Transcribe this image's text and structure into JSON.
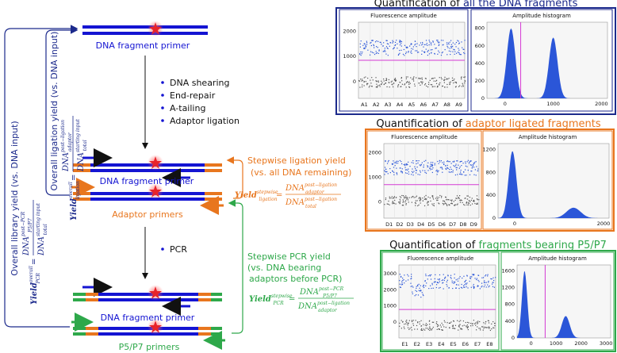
{
  "colors": {
    "dna_blue": "#1414d2",
    "adaptor_orange": "#e8761e",
    "p5p7_green": "#2ea84a",
    "frame_navy": "#1c2a8c",
    "magenta_line": "#d43ad4",
    "histogram_blue": "#2b56d8",
    "negative_gray": "#555555",
    "star_red": "#e8232a"
  },
  "icons": {
    "fragment_marker": "star-icon"
  },
  "left_diagram": {
    "fragment_primer_label_1": "DNA fragment primer",
    "steps": [
      "DNA shearing",
      "End-repair",
      "A-tailing",
      "Adaptor ligation"
    ],
    "fragment_primer_label_2": "DNA fragment primer",
    "adaptor_primers_label": "Adaptor primers",
    "pcr_step": "PCR",
    "fragment_primer_label_3": "DNA fragment primer",
    "p5p7_primers_label": "P5/P7 primers"
  },
  "yields": {
    "overall_library": {
      "caption": "Overall library yield (vs. DNA input)",
      "lhs_main": "Yield",
      "lhs_sup": "overall",
      "lhs_sub": "PCR",
      "num_main": "DNA",
      "num_sup": "post−PCR",
      "num_sub": "P5/P7",
      "den_main": "DNA",
      "den_sup": "starting input",
      "den_sub": "total"
    },
    "overall_ligation": {
      "caption": "Overall ligation yield (vs. DNA input)",
      "lhs_main": "Yield",
      "lhs_sup": "overall",
      "lhs_sub": "ligation",
      "num_main": "DNA",
      "num_sup": "post−ligation",
      "num_sub": "adaptor",
      "den_main": "DNA",
      "den_sup": "starting input",
      "den_sub": "total"
    },
    "stepwise_ligation": {
      "caption_line1": "Stepwise ligation yield",
      "caption_line2": "(vs. all DNA remaining)",
      "lhs_main": "Yield",
      "lhs_sup": "stepwise",
      "lhs_sub": "ligation",
      "num_main": "DNA",
      "num_sup": "post−ligation",
      "num_sub": "adaptor",
      "den_main": "DNA",
      "den_sup": "post−ligation",
      "den_sub": "total"
    },
    "stepwise_pcr": {
      "caption_line1": "Stepwise PCR yield",
      "caption_line2": "(vs. DNA bearing",
      "caption_line3": "adaptors before PCR)",
      "lhs_main": "Yield",
      "lhs_sup": "stepwise",
      "lhs_sub": "PCR",
      "num_main": "DNA",
      "num_sup": "post−PCR",
      "num_sub": "P5/P7",
      "den_main": "DNA",
      "den_sup": "post−ligation",
      "den_sub": "adaptor"
    }
  },
  "panels": [
    {
      "title_prefix": "Quantification of ",
      "title_highlight": "all the DNA fragments",
      "highlight_color": "#1c2a8c",
      "frame_color": "#1c2a8c",
      "amplitude_label": "Fluorescence amplitude",
      "histogram_label": "Amplitude histogram",
      "wells": [
        "A1",
        "A2",
        "A3",
        "A4",
        "A5",
        "A6",
        "A7",
        "A8",
        "A9"
      ],
      "y_ticks": [
        "2000",
        "1000",
        "0"
      ],
      "hist_y_ticks": [
        "800",
        "600",
        "400",
        "200",
        "0"
      ],
      "hist_x_ticks": [
        "0",
        "1000",
        "2000"
      ]
    },
    {
      "title_prefix": "Quantification of ",
      "title_highlight": "adaptor ligated fragments",
      "highlight_color": "#e8761e",
      "frame_color": "#e8761e",
      "amplitude_label": "Fluorescence amplitude",
      "histogram_label": "Amplitude histogram",
      "wells": [
        "D1",
        "D2",
        "D3",
        "D4",
        "D5",
        "D6",
        "D7",
        "D8",
        "D9"
      ],
      "y_ticks": [
        "2000",
        "1000",
        "0"
      ],
      "hist_y_ticks": [
        "1200",
        "800",
        "400",
        "0"
      ],
      "hist_x_ticks": [
        "0",
        "2000"
      ]
    },
    {
      "title_prefix": "Quantification of ",
      "title_highlight": "fragments bearing P5/P7",
      "highlight_color": "#2ea84a",
      "frame_color": "#2ea84a",
      "amplitude_label": "Fluorescence amplitude",
      "histogram_label": "Amplitude histogram",
      "wells": [
        "E1",
        "E2",
        "E3",
        "E4",
        "E5",
        "E6",
        "E7",
        "E8"
      ],
      "y_ticks": [
        "3000",
        "2000",
        "1000",
        "0"
      ],
      "hist_y_ticks": [
        "1600",
        "1200",
        "800",
        "400",
        "0"
      ],
      "hist_x_ticks": [
        "0",
        "1000",
        "2000",
        "3000"
      ]
    }
  ]
}
